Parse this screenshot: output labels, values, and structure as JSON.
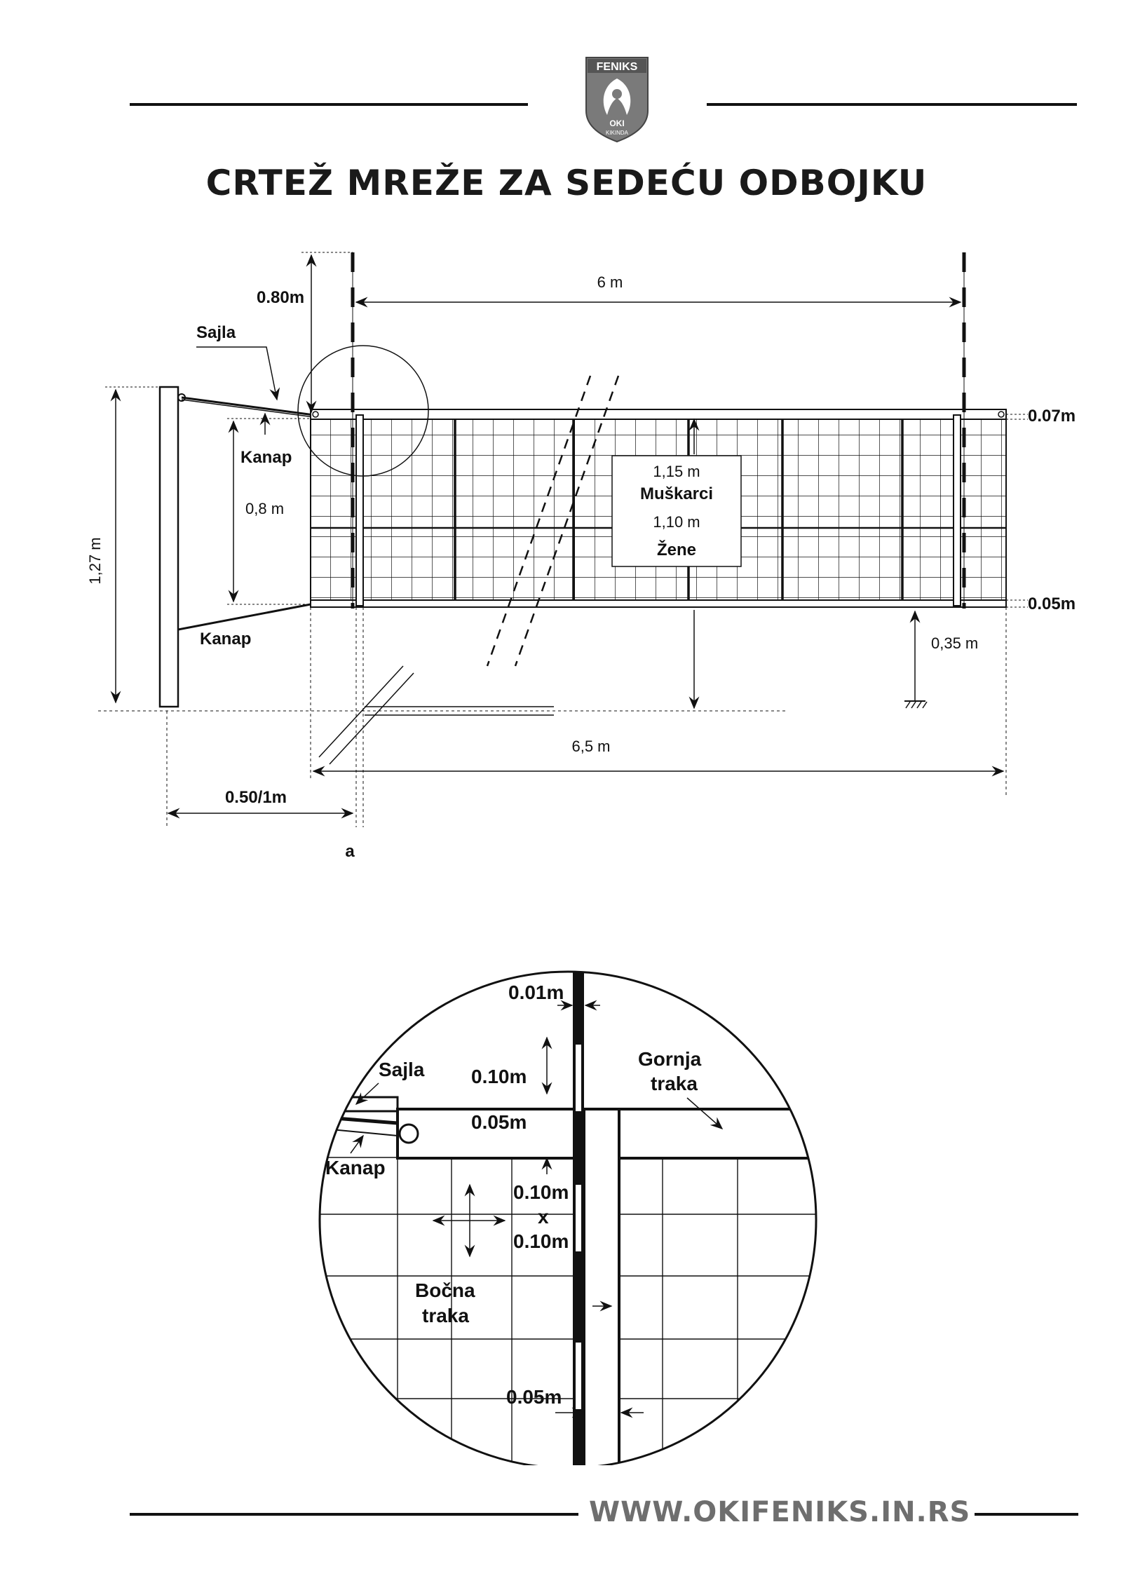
{
  "header": {
    "logo": {
      "top_text": "FENIKS",
      "middle_text": "OKI",
      "bottom_text": "KIKINDA"
    },
    "title": "CRTEŽ MREŽE ZA SEDEĆU ODBOJKU"
  },
  "net_diagram": {
    "width_6m": "6 m",
    "antenna_above": "0.80m",
    "sajla": "Sajla",
    "kanap_top": "Kanap",
    "kanap_bottom": "Kanap",
    "net_depth": "0,8 m",
    "post_height": "1,27 m",
    "top_band": "0.07m",
    "bottom_band": "0.05m",
    "floor_gap": "0,35 m",
    "net_length": "6,5 m",
    "post_distance": "0.50/1m",
    "marker_a": "a",
    "height_box": {
      "men_height": "1,15 m",
      "men": "Muškarci",
      "women_height": "1,10 m",
      "women": "Žene"
    }
  },
  "detail_diagram": {
    "antenna_width": "0.01m",
    "antenna_stripe": "0.10m",
    "sajla": "Sajla",
    "kanap": "Kanap",
    "gornja": "Gornja",
    "traka_top": "traka",
    "band_width": "0.05m",
    "mesh_a": "0.10m",
    "mesh_x": "x",
    "mesh_b": "0.10m",
    "bocna": "Bočna",
    "traka_side": "traka",
    "side_band_width": "0.05m"
  },
  "footer": {
    "url": "WWW.OKIFENIKS.IN.RS"
  }
}
